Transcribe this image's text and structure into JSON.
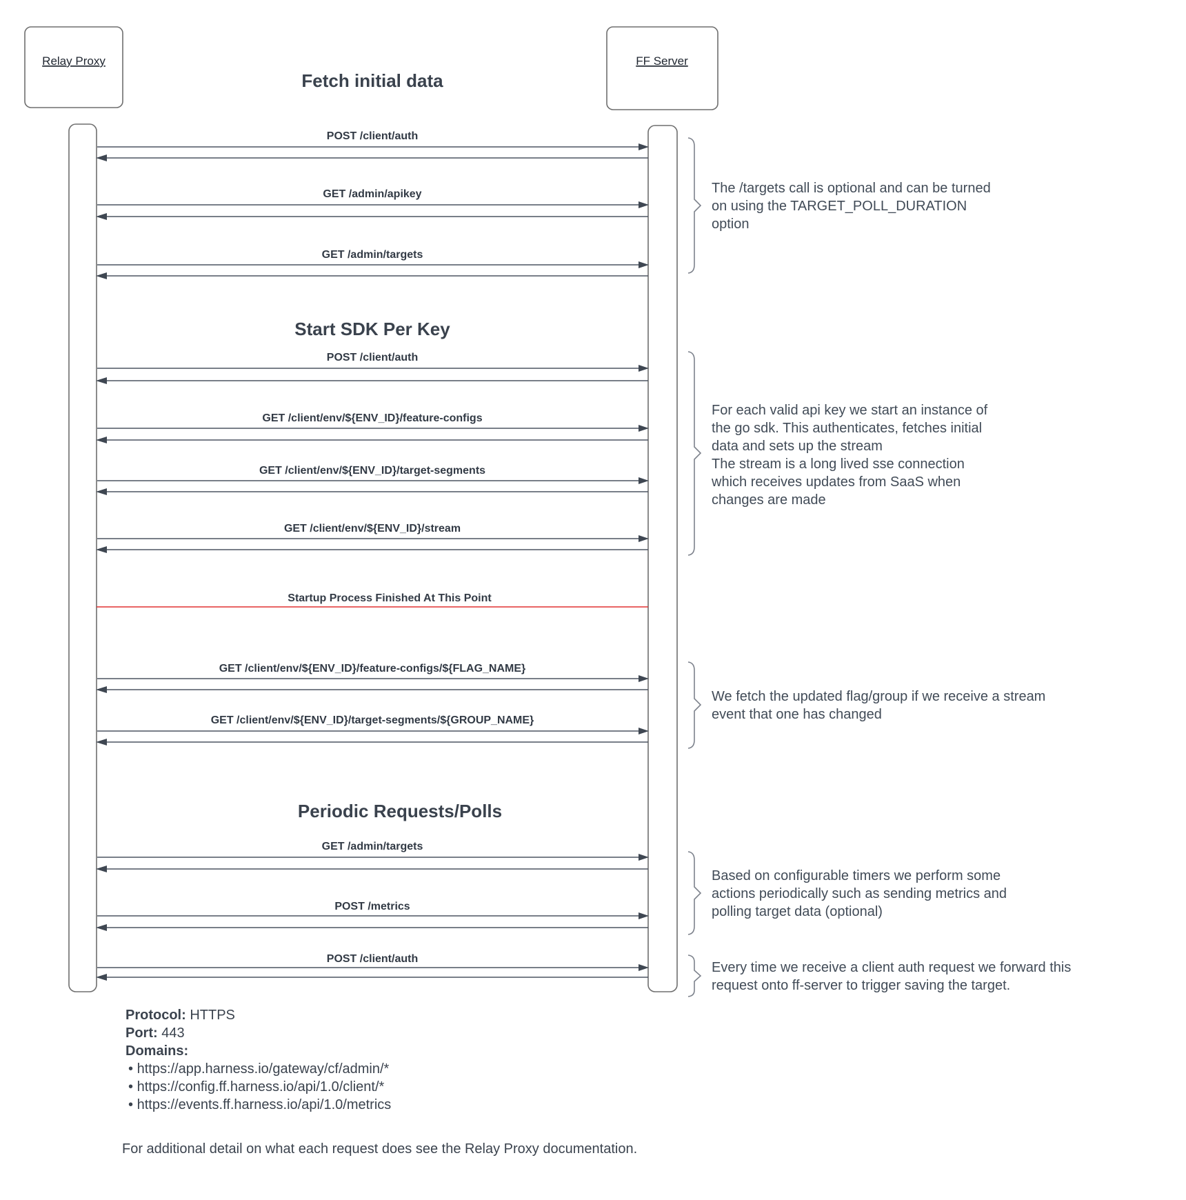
{
  "diagram": {
    "actors": [
      {
        "name": "Relay Proxy"
      },
      {
        "name": "FF Server"
      }
    ],
    "sections": {
      "fetch": "Fetch initial data",
      "sdk": "Start SDK Per Key",
      "periodic": "Periodic Requests/Polls"
    },
    "milestone": "Startup Process Finished At This Point",
    "messages": [
      {
        "label": "POST /client/auth"
      },
      {
        "label": "GET /admin/apikey"
      },
      {
        "label": "GET /admin/targets"
      },
      {
        "label": "POST /client/auth"
      },
      {
        "label": "GET /client/env/${ENV_ID}/feature-configs"
      },
      {
        "label": "GET /client/env/${ENV_ID}/target-segments"
      },
      {
        "label": "GET /client/env/${ENV_ID}/stream"
      },
      {
        "label": "GET /client/env/${ENV_ID}/feature-configs/${FLAG_NAME}"
      },
      {
        "label": "GET /client/env/${ENV_ID}/target-segments/${GROUP_NAME}"
      },
      {
        "label": "GET /admin/targets"
      },
      {
        "label": "POST /metrics"
      },
      {
        "label": "POST /client/auth"
      }
    ],
    "annotations": [
      {
        "lines": [
          "The /targets call is optional and can be turned",
          "on using the TARGET_POLL_DURATION",
          "option"
        ]
      },
      {
        "lines": [
          "For each valid api key we start an instance of",
          "the go sdk. This authenticates, fetches initial",
          "data and sets up the stream",
          "The stream is a long lived sse connection",
          "which receives updates from SaaS when",
          "changes are made"
        ]
      },
      {
        "lines": [
          "We fetch the updated flag/group if we receive a stream",
          "event that one has changed"
        ]
      },
      {
        "lines": [
          "Based on configurable timers we perform some",
          "actions periodically such as sending metrics and",
          "polling target data (optional)"
        ]
      },
      {
        "lines": [
          "Every time we receive a client auth request we forward this",
          "request onto ff-server to trigger saving the target."
        ]
      }
    ],
    "colors": {
      "milestone_red": "#e03131",
      "line": "#4c5360",
      "text": "#3a424d"
    }
  },
  "footer": {
    "protocol_label": "Protocol:",
    "protocol_value": "HTTPS",
    "port_label": "Port:",
    "port_value": "443",
    "domains_label": "Domains:",
    "bullet": "•",
    "domains": [
      "https://app.harness.io/gateway/cf/admin/*",
      "https://config.ff.harness.io/api/1.0/client/*",
      "https://events.ff.harness.io/api/1.0/metrics"
    ],
    "note": "For additional detail on what each request does see the Relay Proxy documentation."
  }
}
